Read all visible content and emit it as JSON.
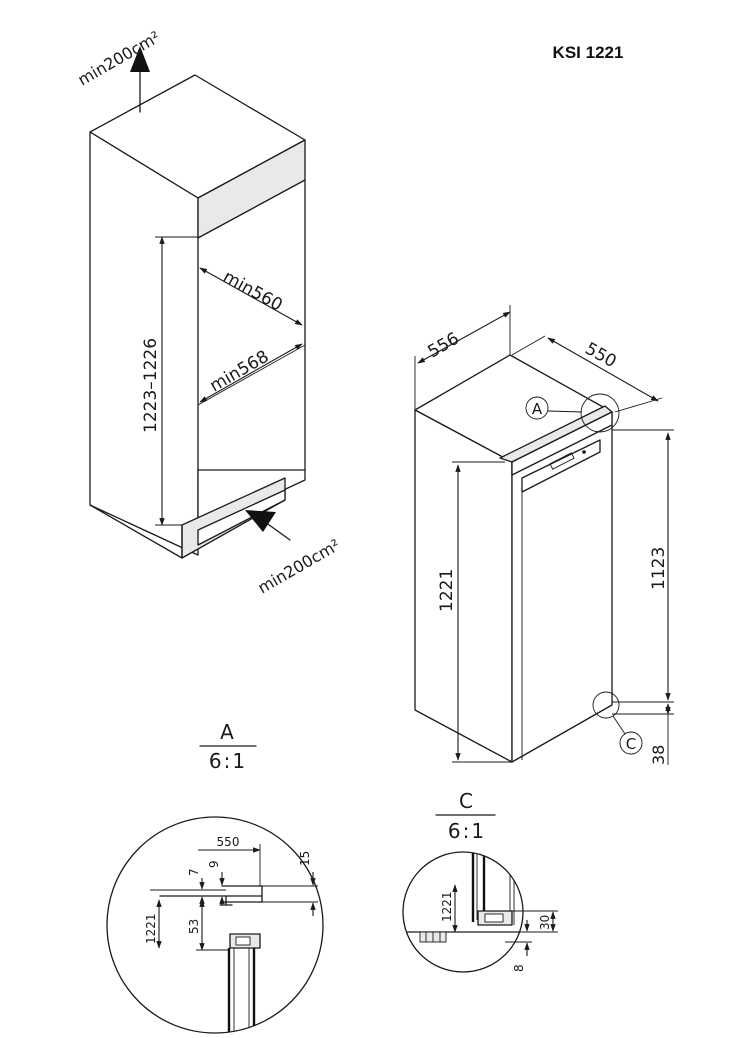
{
  "model": "KSI 1221",
  "niche": {
    "vent_top": "min200cm²",
    "vent_bottom": "min200cm²",
    "height": "1223–1226",
    "depth_top": "min560",
    "depth_bottom": "min568"
  },
  "appliance": {
    "width": "556",
    "depth": "550",
    "height": "1221",
    "height_door": "1123",
    "bottom_gap": "38",
    "marker_a": "A",
    "marker_c": "C"
  },
  "detail_a": {
    "label": "A",
    "scale": "6:1",
    "dim_550": "550",
    "dim_15": "15",
    "dim_9": "9",
    "dim_7": "7",
    "dim_53": "53",
    "dim_1221": "1221"
  },
  "detail_c": {
    "label": "C",
    "scale": "6:1",
    "dim_1221": "1221",
    "dim_30": "30",
    "dim_8": "8"
  }
}
